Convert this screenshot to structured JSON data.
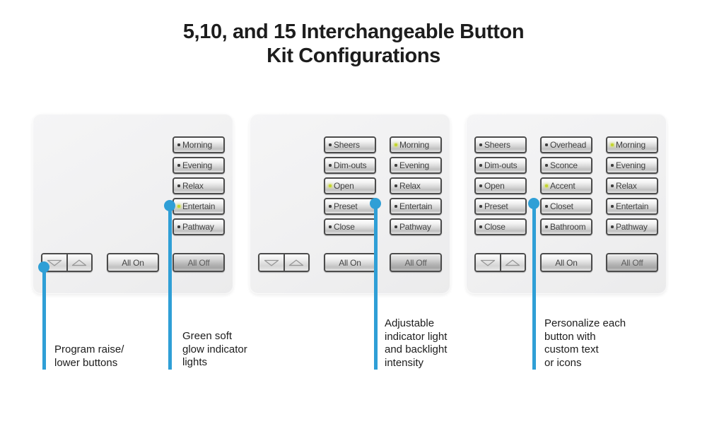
{
  "title": {
    "line1": "5,10, and 15 Interchangeable Button",
    "line2": "Kit Configurations"
  },
  "colors": {
    "callout_blue": "#2f9fd6",
    "indicator_green": "#c3d52f",
    "indicator_dark": "#3d3d3d"
  },
  "keypads": [
    {
      "name": "5-button-kit",
      "scene_columns": [
        {
          "position": "right",
          "buttons": [
            {
              "label": "Morning",
              "indicator": "dark"
            },
            {
              "label": "Evening",
              "indicator": "dark"
            },
            {
              "label": "Relax",
              "indicator": "dark"
            },
            {
              "label": "Entertain",
              "indicator": "green"
            },
            {
              "label": "Pathway",
              "indicator": "dark"
            }
          ]
        }
      ],
      "all_on_label": "All On",
      "all_off_label": "All Off"
    },
    {
      "name": "10-button-kit",
      "scene_columns": [
        {
          "position": "mid",
          "buttons": [
            {
              "label": "Sheers",
              "indicator": "dark"
            },
            {
              "label": "Dim-outs",
              "indicator": "dark"
            },
            {
              "label": "Open",
              "indicator": "green"
            },
            {
              "label": "Preset",
              "indicator": "dark"
            },
            {
              "label": "Close",
              "indicator": "dark"
            }
          ]
        },
        {
          "position": "right",
          "buttons": [
            {
              "label": "Morning",
              "indicator": "green"
            },
            {
              "label": "Evening",
              "indicator": "dark"
            },
            {
              "label": "Relax",
              "indicator": "dark"
            },
            {
              "label": "Entertain",
              "indicator": "dark"
            },
            {
              "label": "Pathway",
              "indicator": "dark"
            }
          ]
        }
      ],
      "all_on_label": "All On",
      "all_off_label": "All Off"
    },
    {
      "name": "15-button-kit",
      "scene_columns": [
        {
          "position": "left",
          "buttons": [
            {
              "label": "Sheers",
              "indicator": "dark"
            },
            {
              "label": "Dim-outs",
              "indicator": "dark"
            },
            {
              "label": "Open",
              "indicator": "dark"
            },
            {
              "label": "Preset",
              "indicator": "dark"
            },
            {
              "label": "Close",
              "indicator": "dark"
            }
          ]
        },
        {
          "position": "mid",
          "buttons": [
            {
              "label": "Overhead",
              "indicator": "dark"
            },
            {
              "label": "Sconce",
              "indicator": "dark"
            },
            {
              "label": "Accent",
              "indicator": "green"
            },
            {
              "label": "Closet",
              "indicator": "dark"
            },
            {
              "label": "Bathroom",
              "indicator": "dark"
            }
          ]
        },
        {
          "position": "right",
          "buttons": [
            {
              "label": "Morning",
              "indicator": "green"
            },
            {
              "label": "Evening",
              "indicator": "dark"
            },
            {
              "label": "Relax",
              "indicator": "dark"
            },
            {
              "label": "Entertain",
              "indicator": "dark"
            },
            {
              "label": "Pathway",
              "indicator": "dark"
            }
          ]
        }
      ],
      "all_on_label": "All On",
      "all_off_label": "All Off"
    }
  ],
  "callouts": [
    {
      "id": "raise-lower",
      "lines": [
        "Program raise/",
        "lower buttons"
      ]
    },
    {
      "id": "indicator-lights",
      "lines": [
        "Green soft",
        "glow indicator",
        "lights"
      ]
    },
    {
      "id": "intensity",
      "lines": [
        "Adjustable",
        "indicator light",
        "and backlight",
        "intensity"
      ]
    },
    {
      "id": "personalize",
      "lines": [
        "Personalize each",
        "button with",
        "custom text",
        "or icons"
      ]
    }
  ]
}
